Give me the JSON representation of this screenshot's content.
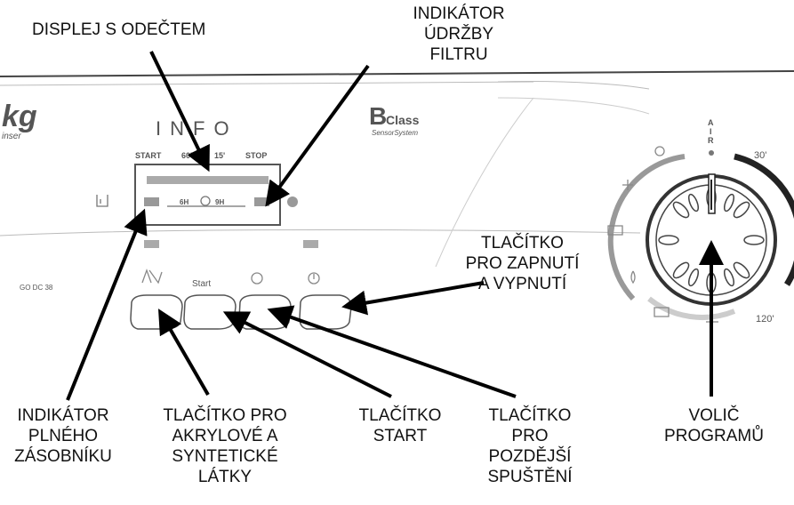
{
  "callouts": {
    "display": [
      "DISPLEJ S ODEČTEM"
    ],
    "filter": [
      "INDIKÁTOR",
      "ÚDRŽBY",
      "FILTRU"
    ],
    "power": [
      "TLAČÍTKO",
      "PRO ZAPNUTÍ",
      "A VYPNUTÍ"
    ],
    "full_container": [
      "INDIKÁTOR",
      "PLNÉHO",
      "ZÁSOBNÍKU"
    ],
    "acrylic": [
      "TLAČÍTKO PRO",
      "AKRYLOVÉ A",
      "SYNTETICKÉ",
      "LÁTKY"
    ],
    "start": [
      "TLAČÍTKO",
      "START"
    ],
    "delay": [
      "TLAČÍTKO",
      "PRO",
      "POZDĚJŠÍ",
      "SPUŠTĚNÍ"
    ],
    "selector": [
      "VOLIČ",
      "PROGRAMŮ"
    ]
  },
  "panel": {
    "brand_left": "kg",
    "brand_left_sub": "inser",
    "info": "INFO",
    "brand_b": "B",
    "brand_class": "Class",
    "brand_sensor": "SensorSystem",
    "display_start": "START",
    "display_60": "60'",
    "display_15": "15'",
    "display_stop": "STOP",
    "display_6h": "6H",
    "display_9h": "9H",
    "model": "GO DC 38",
    "start_button": "Start",
    "dial_air": [
      "A",
      "I",
      "R"
    ],
    "dial_30": "30'",
    "dial_120": "120'"
  }
}
